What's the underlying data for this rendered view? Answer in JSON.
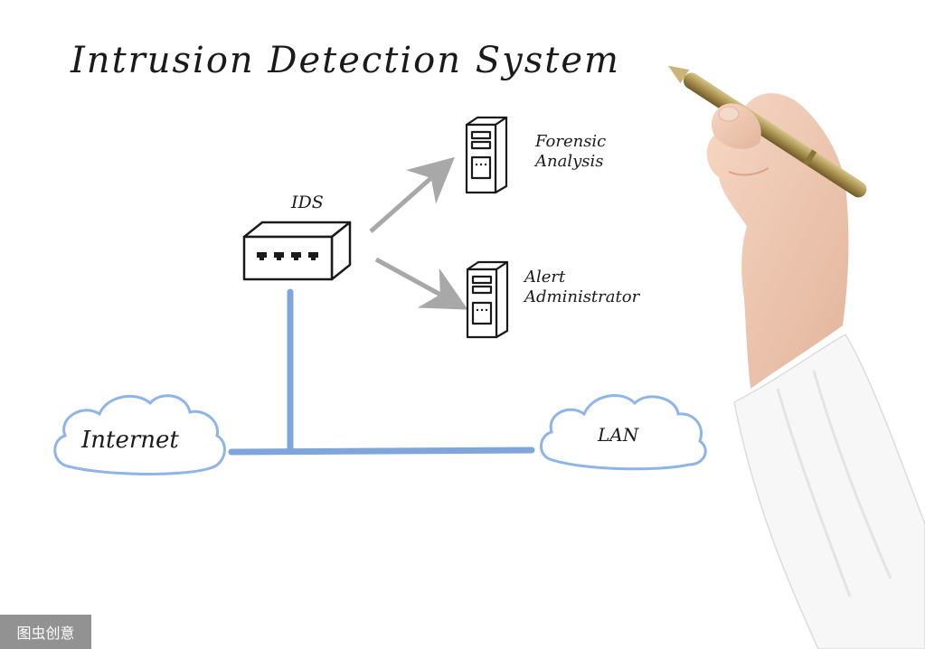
{
  "diagram": {
    "title": "Intrusion Detection System",
    "nodes": {
      "ids": {
        "label": "IDS",
        "icon": "network-switch-icon"
      },
      "forensic": {
        "label": "Forensic\nAnalysis",
        "icon": "server-tower-icon"
      },
      "alert": {
        "label": "Alert\nAdministrator",
        "icon": "server-tower-icon"
      },
      "internet": {
        "label": "Internet",
        "icon": "cloud-icon"
      },
      "lan": {
        "label": "LAN",
        "icon": "cloud-icon"
      }
    },
    "edges": [
      {
        "from": "ids",
        "to": "forensic",
        "style": "arrow"
      },
      {
        "from": "ids",
        "to": "alert",
        "style": "arrow"
      },
      {
        "from": "internet",
        "to": "lan",
        "style": "line"
      },
      {
        "from": "ids",
        "to": "internet-lan-link",
        "style": "line"
      }
    ],
    "colors": {
      "link": "#7ea6dc",
      "cloud_outline": "#8eb4e8",
      "arrow": "#a8a8a8",
      "ink": "#1a1a1a"
    }
  },
  "watermark": "图虫创意",
  "decorations": {
    "hand_with_pen": "hand-holding-pen"
  }
}
